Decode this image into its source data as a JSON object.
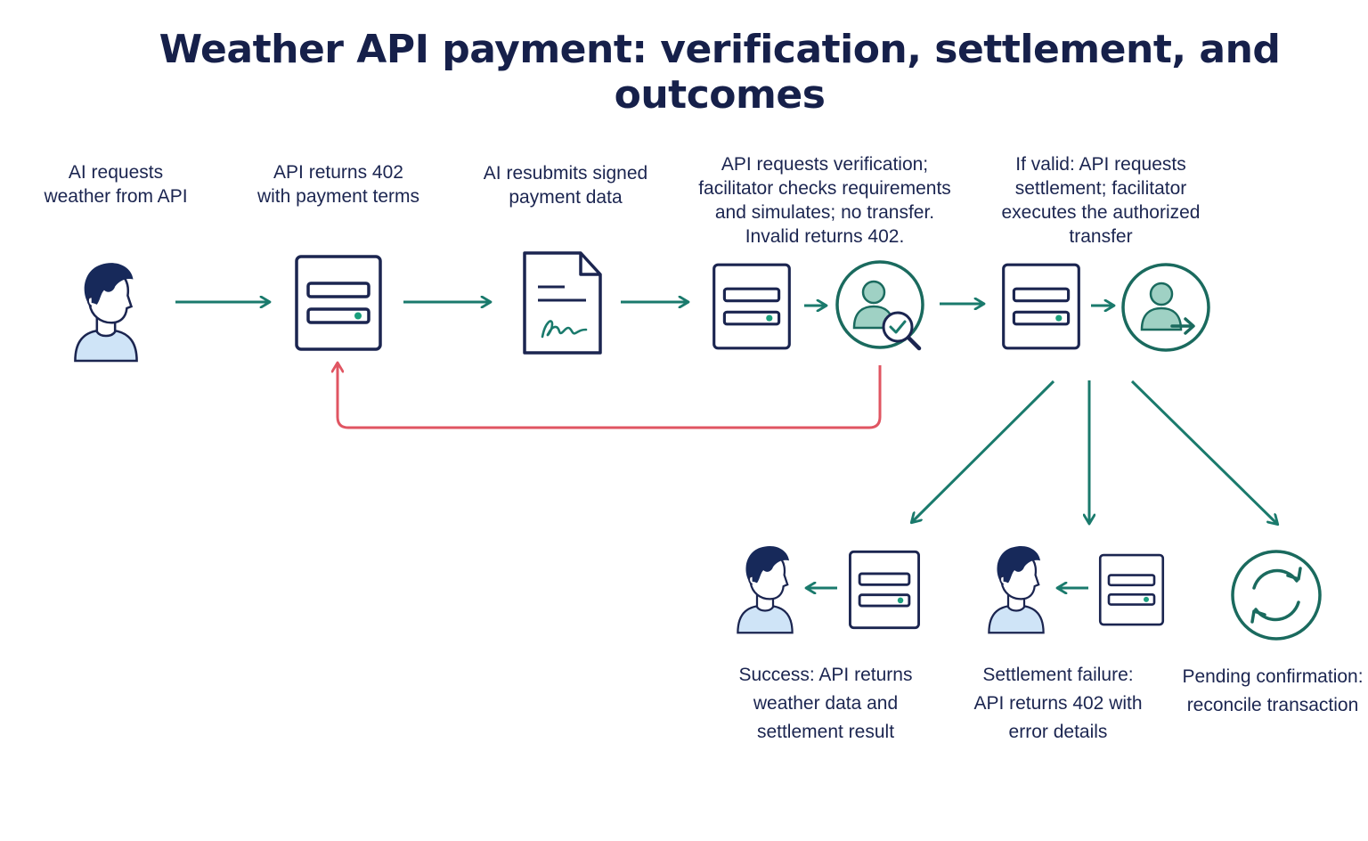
{
  "title": "Weather API payment: verification, settlement, and outcomes",
  "colors": {
    "ink": "#1b2550",
    "teal": "#1a7a6c",
    "red": "#e05562",
    "skin": "#cfe4f7",
    "hair": "#17295a",
    "icon_fill": "#9fd1c4"
  },
  "steps": [
    {
      "id": "ai-request",
      "lines": [
        "AI requests",
        "weather from API"
      ]
    },
    {
      "id": "api-402",
      "lines": [
        "API returns 402",
        "with payment terms"
      ]
    },
    {
      "id": "ai-resubmit",
      "lines": [
        "AI resubmits signed",
        "payment data"
      ]
    },
    {
      "id": "verify",
      "lines": [
        "API requests verification;",
        "facilitator checks requirements",
        "and simulates; no transfer.",
        "Invalid returns 402."
      ]
    },
    {
      "id": "settle",
      "lines": [
        "If valid: API requests",
        "settlement; facilitator",
        "executes the authorized",
        "transfer"
      ]
    }
  ],
  "outcomes": [
    {
      "id": "success",
      "lines": [
        "Success: API returns",
        "weather data and",
        "settlement result"
      ]
    },
    {
      "id": "failure",
      "lines": [
        "Settlement failure:",
        "API returns 402 with",
        "error details"
      ]
    },
    {
      "id": "pending",
      "lines": [
        "Pending confirmation:",
        "reconcile transaction"
      ]
    }
  ],
  "icons": {
    "user": "person-icon",
    "server": "server-icon",
    "document": "signed-document-icon",
    "verify": "facilitator-verify-icon",
    "transfer": "facilitator-transfer-icon",
    "pending": "refresh-cycle-icon"
  }
}
